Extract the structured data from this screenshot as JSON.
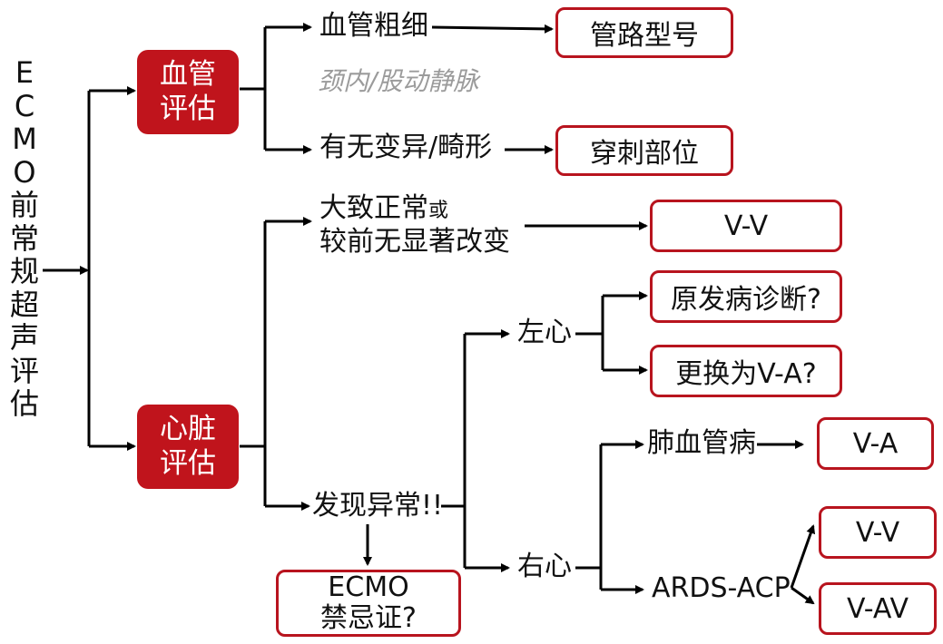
{
  "left_title": "ECMO前常规超声评估",
  "vessel_box": {
    "line1": "血管",
    "line2": "评估"
  },
  "heart_box": {
    "line1": "心脏",
    "line2": "评估"
  },
  "vessel_size": "血管粗细",
  "vessel_hint": "颈内/股动静脉",
  "vessel_variation": "有无变异/畸形",
  "catheter_model": "管路型号",
  "puncture_site": "穿刺部位",
  "normal_line1": "大致正常",
  "normal_or": "或",
  "normal_line2": "较前无显著改变",
  "vv_top": "V-V",
  "abnormal": "发现异常!!",
  "contraindication": {
    "line1": "ECMO",
    "line2": "禁忌证?"
  },
  "left_heart": "左心",
  "primary_diagnosis": "原发病诊断?",
  "switch_va": "更换为V-A?",
  "right_heart": "右心",
  "pulmonary_vascular": "肺血管病",
  "va": "V-A",
  "ards_acp": "ARDS-ACP",
  "vv_bottom": "V-V",
  "vav": "V-AV",
  "colors": {
    "accent": "#c0141c",
    "line": "#000000",
    "hint": "#9b9b9b"
  }
}
